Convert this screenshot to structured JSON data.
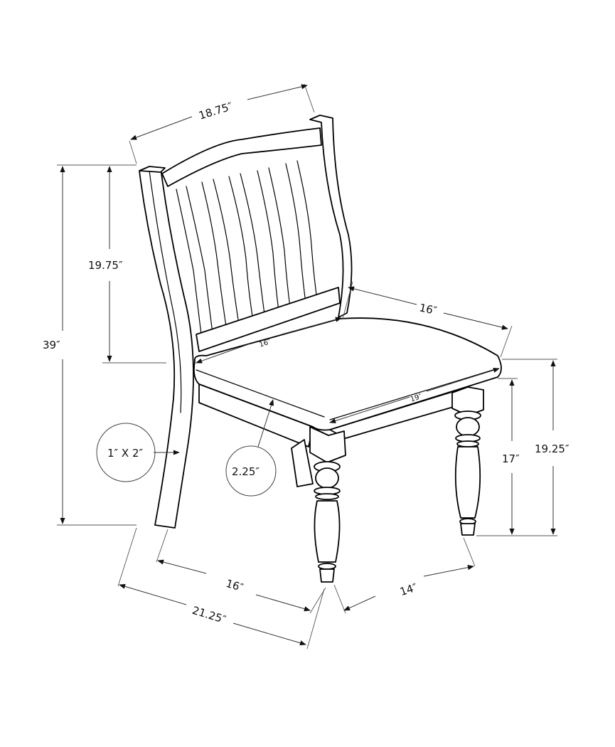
{
  "diagram": {
    "subject": "Dining side chair with slat back and turned front legs",
    "colors": {
      "line": "#000000",
      "dimension_line": "#333333",
      "background": "#ffffff"
    },
    "dimensions": {
      "back_width": "18.75″",
      "overall_height": "39″",
      "back_height": "19.75″",
      "seat_depth_top": "16″",
      "seat_back_width": "16″",
      "seat_front_width": "19″",
      "leg_height": "17″",
      "seat_height": "19.25″",
      "base_depth": "16″",
      "overall_depth": "21.25″",
      "base_width": "14″"
    },
    "callouts": {
      "back_leg_section": "1″ X 2″",
      "seat_thickness": "2.25″"
    }
  }
}
